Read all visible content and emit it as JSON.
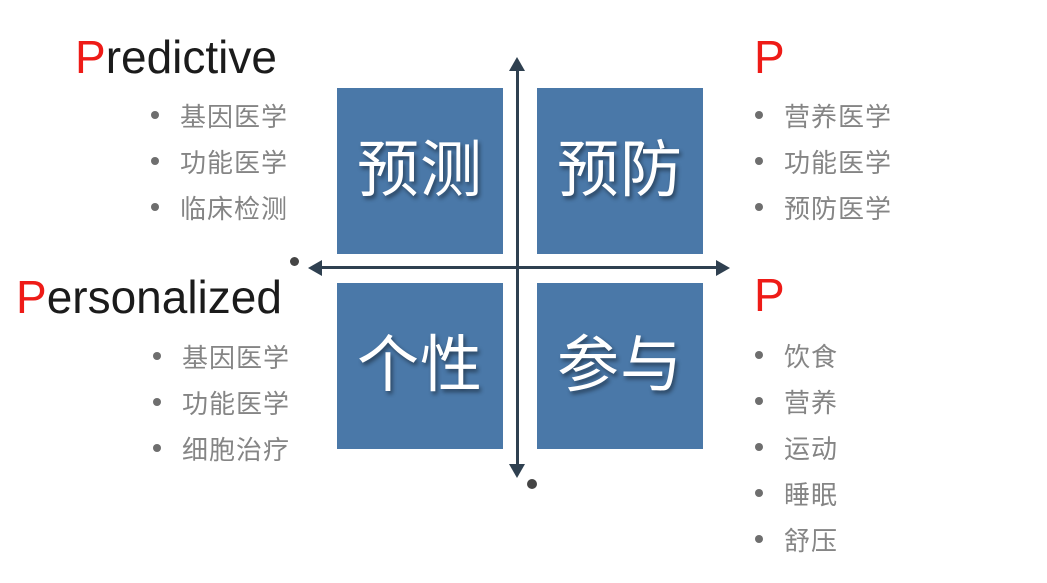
{
  "colors": {
    "quadrant_blue": "#4a78a8",
    "axis": "#2f4050",
    "accent_red": "#ee1b17",
    "heading_text": "#1b1b1b",
    "list_text": "#858585",
    "bullet_gray": "#6e6e6e",
    "dot_gray": "#454545",
    "quadrant_label": "#ffffff"
  },
  "quadrants": {
    "top_left": {
      "label": "预测"
    },
    "top_right": {
      "label": "预防"
    },
    "bottom_left": {
      "label": "个性"
    },
    "bottom_right": {
      "label": "参与"
    }
  },
  "sections": {
    "predictive": {
      "initial": "P",
      "rest": "redictive",
      "items": [
        "基因医学",
        "功能医学",
        "临床检测"
      ]
    },
    "preventive": {
      "initial": "P",
      "rest": "",
      "items": [
        "营养医学",
        "功能医学",
        "预防医学"
      ]
    },
    "personalized": {
      "initial": "P",
      "rest": "ersonalized",
      "items": [
        "基因医学",
        "功能医学",
        "细胞治疗"
      ]
    },
    "participatory": {
      "initial": "P",
      "rest": "",
      "items": [
        "饮食",
        "营养",
        "运动",
        "睡眠",
        "舒压"
      ]
    }
  }
}
